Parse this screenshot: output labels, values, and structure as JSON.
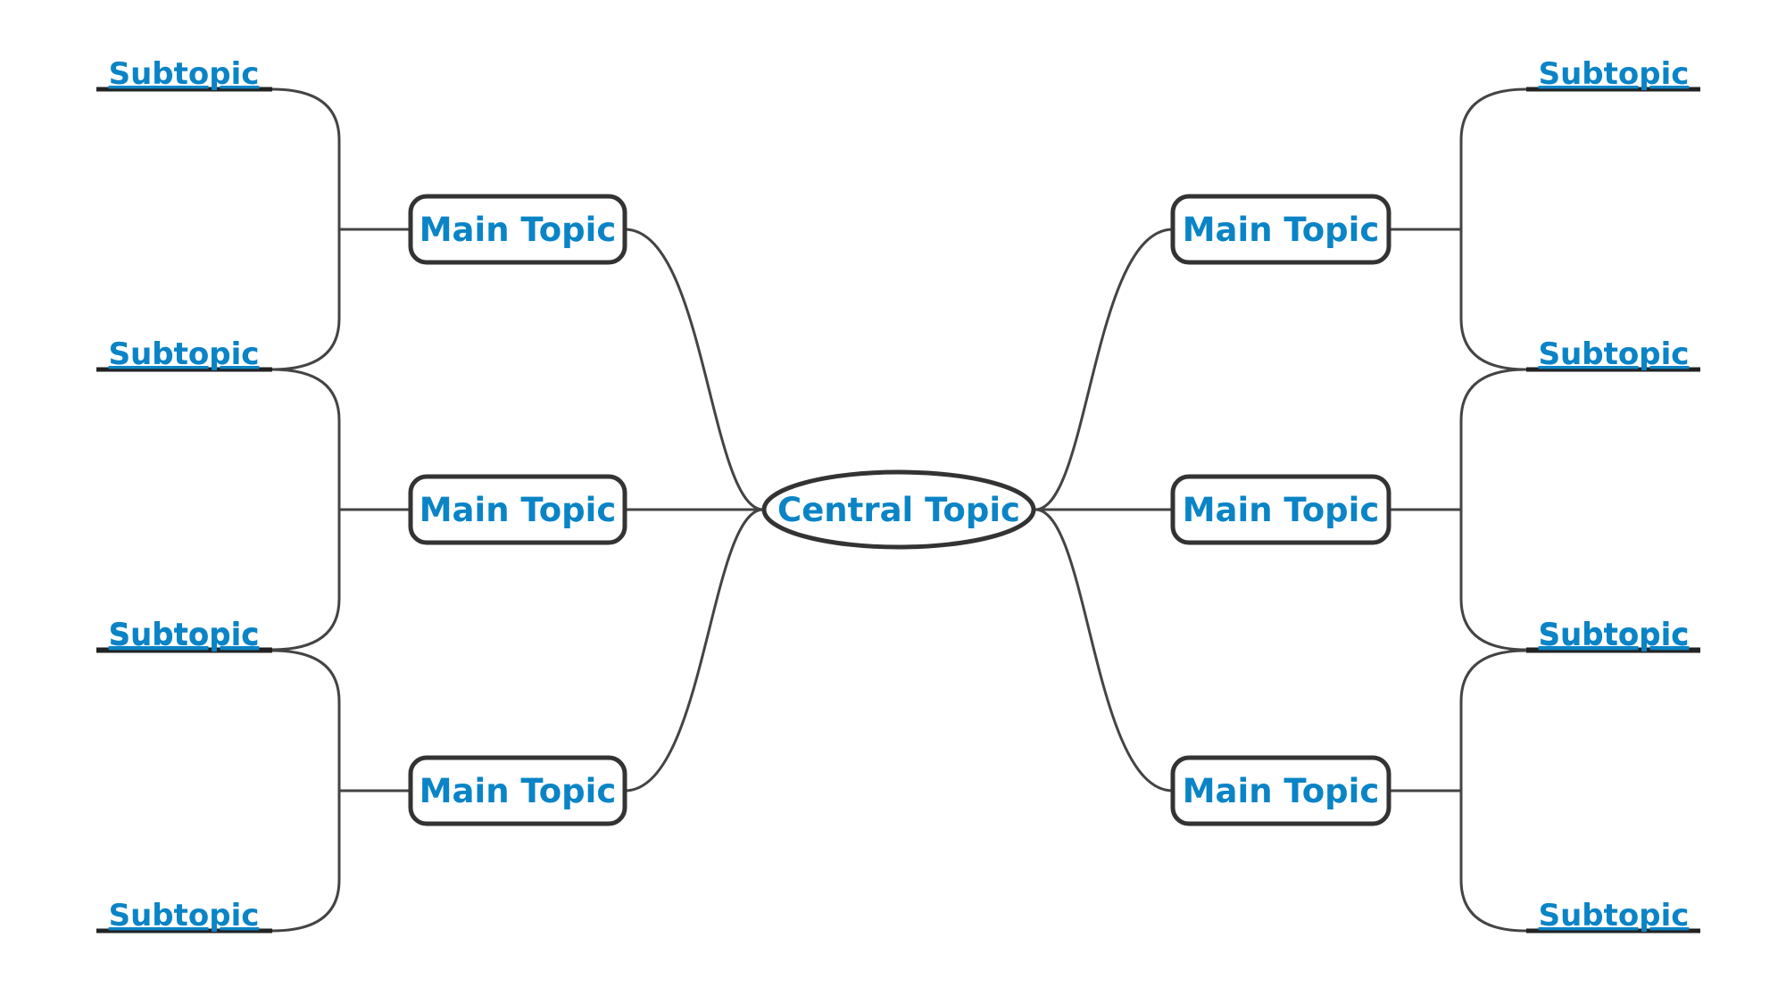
{
  "colors": {
    "text": "#0a84c6",
    "line": "#444444",
    "border": "#333333"
  },
  "central": {
    "label": "Central Topic"
  },
  "main_topics": [
    {
      "side": "left",
      "label": "Main Topic",
      "subtopics": [
        "Subtopic",
        "Subtopic"
      ]
    },
    {
      "side": "left",
      "label": "Main Topic",
      "subtopics": [
        "Subtopic",
        "Subtopic"
      ]
    },
    {
      "side": "left",
      "label": "Main Topic",
      "subtopics": [
        "Subtopic",
        "Subtopic"
      ]
    },
    {
      "side": "right",
      "label": "Main Topic",
      "subtopics": [
        "Subtopic",
        "Subtopic"
      ]
    },
    {
      "side": "right",
      "label": "Main Topic",
      "subtopics": [
        "Subtopic",
        "Subtopic"
      ]
    },
    {
      "side": "right",
      "label": "Main Topic",
      "subtopics": [
        "Subtopic",
        "Subtopic"
      ]
    }
  ]
}
